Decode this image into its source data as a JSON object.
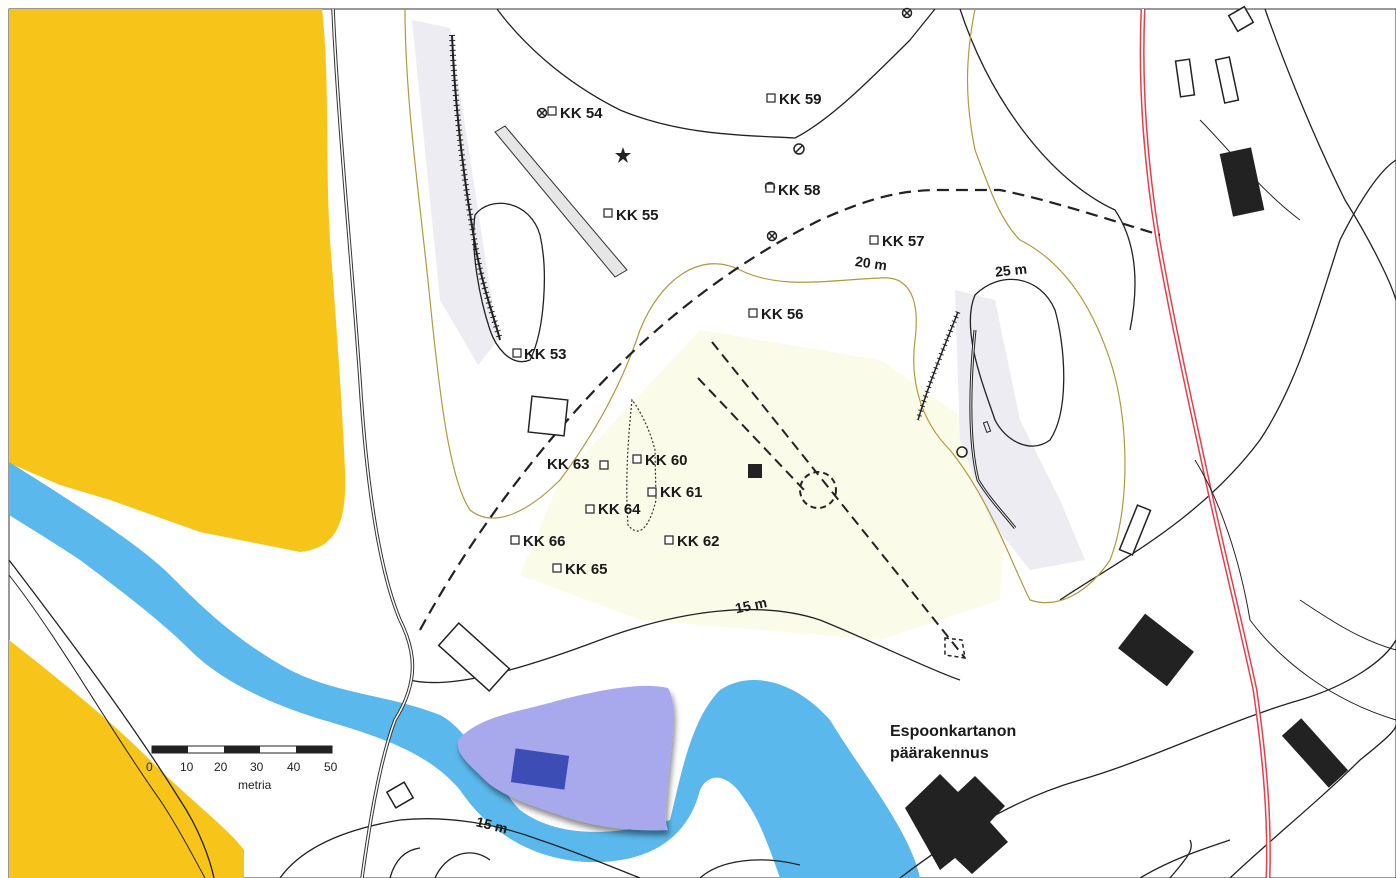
{
  "colors": {
    "field": "#f7c51a",
    "water": "#5ab8ec",
    "pond": "#a7a9ec",
    "pond_building": "#3c4db6",
    "building": "#222222",
    "terrace": "#ececf2",
    "site_area": "#fbfbea",
    "road": "#e2404a",
    "contour": "#222222",
    "contour_brown": "#b09a3a"
  },
  "sites": [
    {
      "id": "kk54",
      "label": "KK 54"
    },
    {
      "id": "kk59",
      "label": "KK 59"
    },
    {
      "id": "kk58",
      "label": "KK 58"
    },
    {
      "id": "kk55",
      "label": "KK 55"
    },
    {
      "id": "kk57",
      "label": "KK 57"
    },
    {
      "id": "kk56",
      "label": "KK 56"
    },
    {
      "id": "kk53",
      "label": "KK 53"
    },
    {
      "id": "kk63",
      "label": "KK 63"
    },
    {
      "id": "kk60",
      "label": "KK 60"
    },
    {
      "id": "kk61",
      "label": "KK 61"
    },
    {
      "id": "kk64",
      "label": "KK 64"
    },
    {
      "id": "kk66",
      "label": "KK 66"
    },
    {
      "id": "kk62",
      "label": "KK 62"
    },
    {
      "id": "kk65",
      "label": "KK 65"
    }
  ],
  "contours": {
    "c20": "20 m",
    "c25": "25 m",
    "c15a": "15 m",
    "c15b": "15 m"
  },
  "place": {
    "line1": "Espoonkartanon",
    "line2": "päärakennus"
  },
  "scale": {
    "ticks": [
      "0",
      "10",
      "20",
      "30",
      "40",
      "50"
    ],
    "unit": "metria"
  },
  "icons": {
    "site_marker": "square-outline-icon",
    "star": "star-icon",
    "circle_marker": "crossed-circle-icon"
  }
}
